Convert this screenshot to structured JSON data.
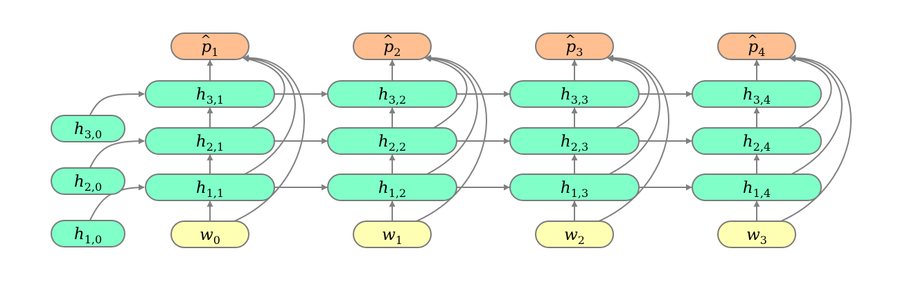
{
  "colors": {
    "hidden": "#80ffc8",
    "input": "#ffffb3",
    "output": "#ffbf91",
    "stroke": "#7a7a7a",
    "edge": "#808080"
  },
  "diagram": {
    "initial_states": [
      {
        "base": "h",
        "sub": "3,0"
      },
      {
        "base": "h",
        "sub": "2,0"
      },
      {
        "base": "h",
        "sub": "1,0"
      }
    ],
    "columns": [
      {
        "output": {
          "base": "p",
          "hat": "^",
          "sub": "1"
        },
        "hidden": [
          {
            "base": "h",
            "sub": "3,1"
          },
          {
            "base": "h",
            "sub": "2,1"
          },
          {
            "base": "h",
            "sub": "1,1"
          }
        ],
        "input": {
          "base": "w",
          "sub": "0"
        }
      },
      {
        "output": {
          "base": "p",
          "hat": "^",
          "sub": "2"
        },
        "hidden": [
          {
            "base": "h",
            "sub": "3,2"
          },
          {
            "base": "h",
            "sub": "2,2"
          },
          {
            "base": "h",
            "sub": "1,2"
          }
        ],
        "input": {
          "base": "w",
          "sub": "1"
        }
      },
      {
        "output": {
          "base": "p",
          "hat": "^",
          "sub": "3"
        },
        "hidden": [
          {
            "base": "h",
            "sub": "3,3"
          },
          {
            "base": "h",
            "sub": "2,3"
          },
          {
            "base": "h",
            "sub": "1,3"
          }
        ],
        "input": {
          "base": "w",
          "sub": "2"
        }
      },
      {
        "output": {
          "base": "p",
          "hat": "^",
          "sub": "4"
        },
        "hidden": [
          {
            "base": "h",
            "sub": "3,4"
          },
          {
            "base": "h",
            "sub": "2,4"
          },
          {
            "base": "h",
            "sub": "1,4"
          }
        ],
        "input": {
          "base": "w",
          "sub": "3"
        }
      }
    ]
  }
}
